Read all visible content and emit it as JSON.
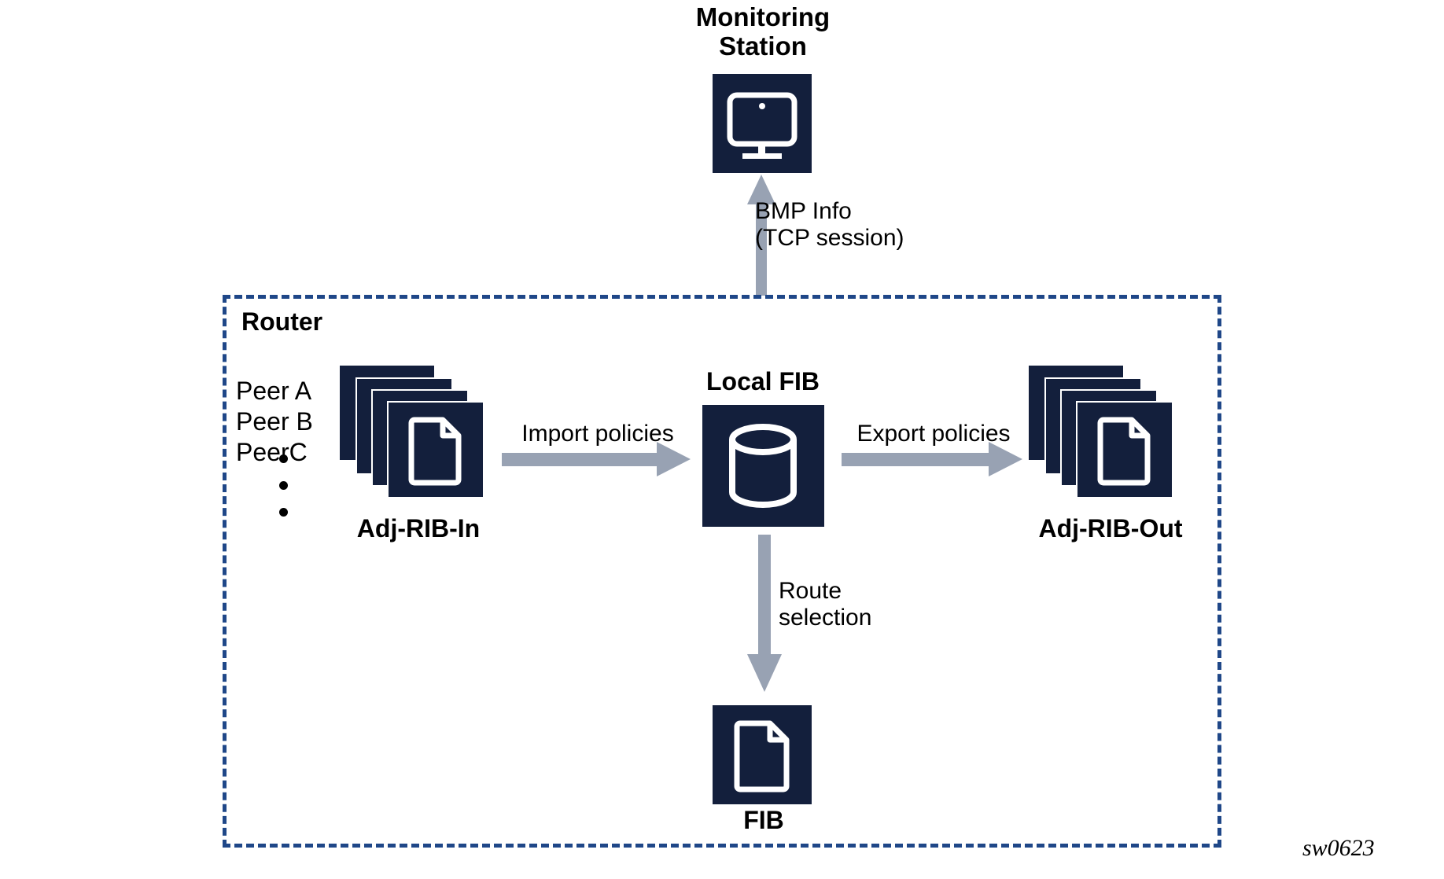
{
  "diagram": {
    "watermark": "sw0623",
    "colors": {
      "navy_tile": "#131f3c",
      "arrow_gray": "#98a2b3",
      "router_border_blue": "#1f4788",
      "icon_white": "#ffffff",
      "text_black": "#000000",
      "background": "#ffffff"
    }
  },
  "monitoring_station": {
    "title_line1": "Monitoring",
    "title_line2": "Station",
    "icon": "monitor-icon"
  },
  "bmp_link": {
    "label_line1": "BMP Info",
    "label_line2": "(TCP session)",
    "direction": "up",
    "arrow_icon": "arrow-up-icon"
  },
  "router": {
    "title": "Router",
    "peers": [
      "Peer A",
      "Peer B",
      "PeerC"
    ],
    "peer_continuation_dots": 3,
    "adj_rib_in": {
      "label": "Adj-RIB-In",
      "icon": "document-stack-icon",
      "sheet_count": 4
    },
    "adj_rib_out": {
      "label": "Adj-RIB-Out",
      "icon": "document-stack-icon",
      "sheet_count": 4
    },
    "local_fib": {
      "label": "Local FIB",
      "icon": "database-cylinder-icon"
    },
    "fib": {
      "label": "FIB",
      "icon": "document-icon"
    },
    "flows": [
      {
        "label": "Import policies",
        "direction": "right",
        "arrow_icon": "arrow-right-icon"
      },
      {
        "label": "Export policies",
        "direction": "right",
        "arrow_icon": "arrow-right-icon"
      },
      {
        "label_line1": "Route",
        "label_line2": "selection",
        "direction": "down",
        "arrow_icon": "arrow-down-icon"
      }
    ]
  }
}
